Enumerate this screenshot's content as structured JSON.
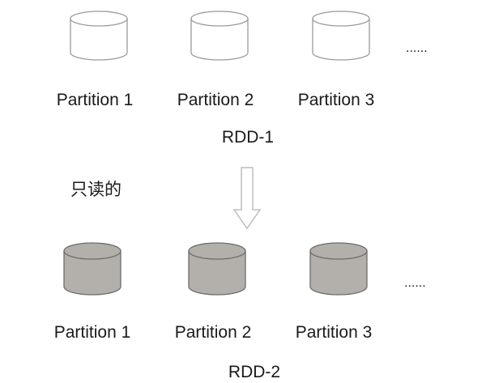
{
  "rdd1": {
    "partitions": [
      "Partition 1",
      "Partition 2",
      "Partition 3"
    ],
    "ellipsis": "......",
    "name": "RDD-1",
    "fill": "#ffffff",
    "stroke": "#9a9a9a"
  },
  "transform_label": "只读的",
  "rdd2": {
    "partitions": [
      "Partition 1",
      "Partition 2",
      "Partition 3"
    ],
    "ellipsis": "......",
    "name": "RDD-2",
    "fill": "#b3b0ab",
    "stroke": "#6e6c69"
  },
  "arrow": {
    "direction": "down",
    "style": "outline",
    "stroke": "#bdbdbd"
  }
}
